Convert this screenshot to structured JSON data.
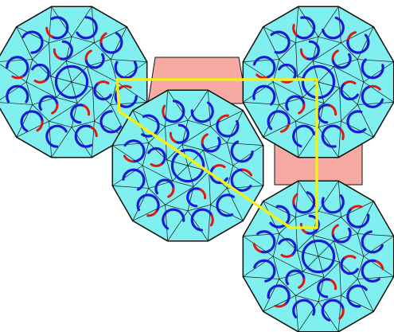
{
  "colors": {
    "background": "#ffffff",
    "tile_fill": "#7ff0ef",
    "connector_fill": "#f6aaa3",
    "edge": "#111111",
    "arc_blue": "#1a1ad6",
    "arc_red": "#dd1a12",
    "highlight": "#f0f01a"
  },
  "figure": {
    "description_icon": "tiling-diagram",
    "region_count": 4,
    "connector_count": 2
  }
}
